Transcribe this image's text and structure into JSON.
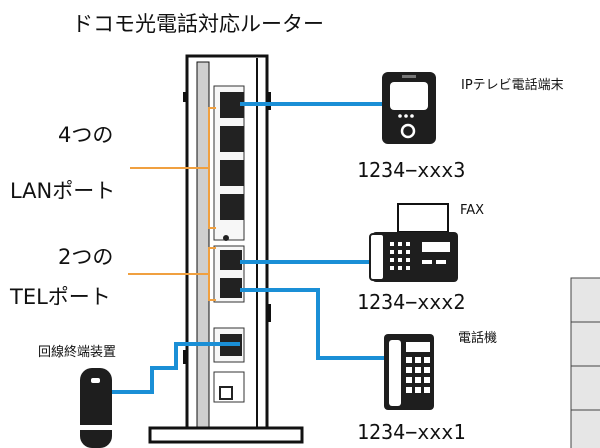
{
  "title": "ドコモ光電話対応ルーター",
  "ports": {
    "lan_label_1": "4つの",
    "lan_label_2": "LANポート",
    "tel_label_1": "2つの",
    "tel_label_2": "TELポート"
  },
  "onu_label": "回線終端装置",
  "devices": {
    "ip_tv_phone": {
      "label": "IPテレビ電話端末",
      "number": "1234−xxx3",
      "icon": "ip-videophone-icon"
    },
    "fax": {
      "label": "FAX",
      "number": "1234−xxx2",
      "icon": "fax-machine-icon"
    },
    "phone": {
      "label": "電話機",
      "number": "1234−xxx1",
      "icon": "desk-phone-icon"
    }
  },
  "colors": {
    "cable": "#1a8fd6",
    "bracket": "#f0a040",
    "device": "#1e1e1e",
    "outline": "#111111"
  }
}
